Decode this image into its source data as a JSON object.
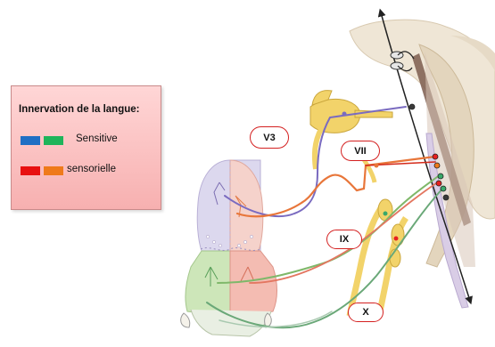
{
  "legend": {
    "title": "Innervation de la langue:",
    "rows": [
      {
        "label": "Sensitive",
        "colors": [
          "#1f6fc4",
          "#1fb45a"
        ]
      },
      {
        "label": "sensorielle",
        "colors": [
          "#e81010",
          "#ef7a1a"
        ]
      }
    ]
  },
  "nerve_labels": {
    "v3": "V3",
    "vii": "VII",
    "ix": "IX",
    "x": "X"
  },
  "colors": {
    "label_border": "#d42020",
    "nerve_yellow": "#f2d36a",
    "brainstem": "#e9dcc8",
    "tongue_anterior_purple": "#d9d4ec",
    "tongue_anterior_pink": "#f4cfc8",
    "tongue_posterior_green": "#c9e3b6",
    "tongue_posterior_pink": "#f2b9b0"
  }
}
